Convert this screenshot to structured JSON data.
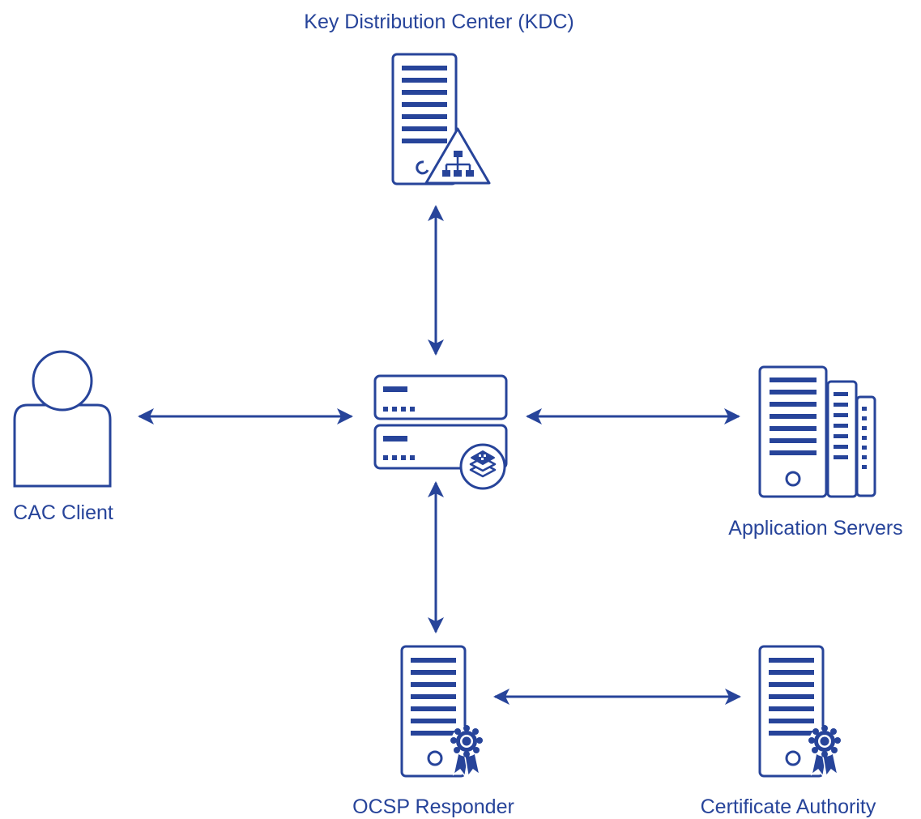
{
  "colors": {
    "primary": "#27449a",
    "background": "#ffffff"
  },
  "nodes": {
    "kdc": {
      "label": "Key Distribution Center (KDC)",
      "icon": "server-network-icon"
    },
    "client": {
      "label": "CAC Client",
      "icon": "user-icon"
    },
    "hub": {
      "label": "",
      "icon": "stacked-server-layers-icon"
    },
    "apps": {
      "label": "Application Servers",
      "icon": "server-cluster-icon"
    },
    "ocsp": {
      "label": "OCSP Responder",
      "icon": "server-certificate-icon"
    },
    "ca": {
      "label": "Certificate Authority",
      "icon": "server-certificate-icon"
    }
  },
  "connections": [
    {
      "from": "hub",
      "to": "kdc",
      "direction": "bidirectional"
    },
    {
      "from": "hub",
      "to": "client",
      "direction": "bidirectional"
    },
    {
      "from": "hub",
      "to": "apps",
      "direction": "bidirectional"
    },
    {
      "from": "hub",
      "to": "ocsp",
      "direction": "bidirectional"
    },
    {
      "from": "ocsp",
      "to": "ca",
      "direction": "bidirectional"
    }
  ]
}
